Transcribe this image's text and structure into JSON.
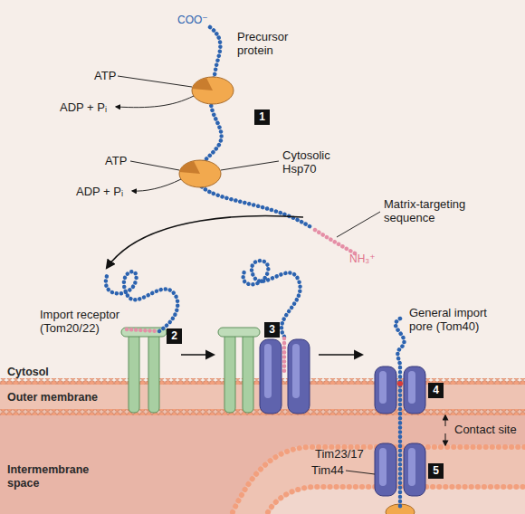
{
  "diagram": {
    "labels": [
      "COO⁻",
      "Precursor protein",
      "ATP",
      "ADP + Pᵢ",
      "1",
      "ATP",
      "ADP + Pᵢ",
      "Cytosolic Hsp70",
      "Matrix-targeting sequence",
      "NH₃⁺",
      "Import receptor (Tom20/22)",
      "2",
      "3",
      "General import pore (Tom40)",
      "Cytosol",
      "Outer membrane",
      "4",
      "Contact site",
      "Tim23/17",
      "Tim44",
      "Intermembrane space",
      "5"
    ]
  }
}
